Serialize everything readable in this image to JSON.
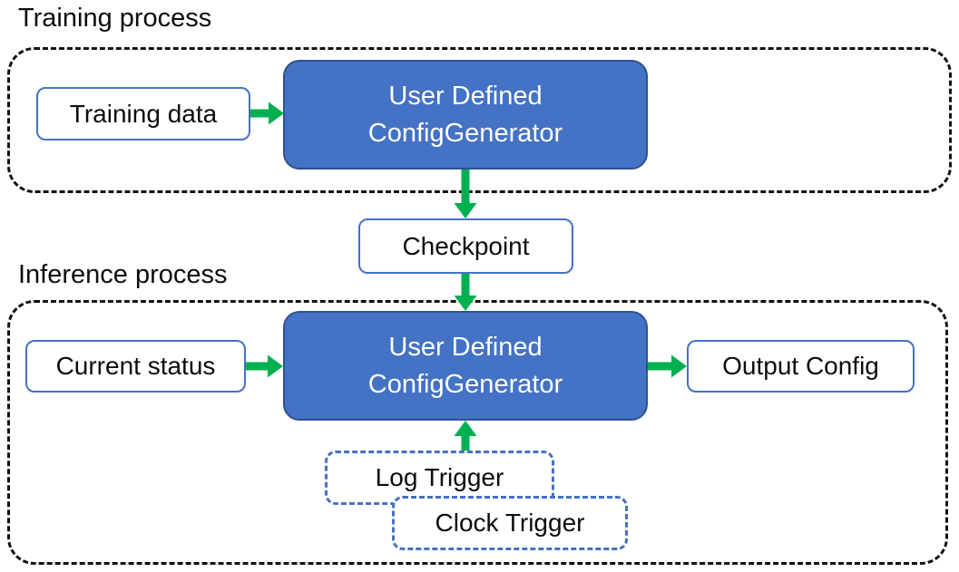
{
  "colors": {
    "generator_fill": "#4472C4",
    "generator_border": "#2F528F",
    "light_box_border": "#4472C4",
    "trigger_box_border": "#4472C4",
    "arrow_green": "#00B050",
    "container_dash": "#111111",
    "text_dark": "#0D0D0D",
    "text_light": "#FFFFFF"
  },
  "training": {
    "title": "Training process",
    "data_box": "Training data",
    "generator": {
      "line1": "User Defined",
      "line2": "ConfigGenerator"
    }
  },
  "checkpoint": {
    "label": "Checkpoint"
  },
  "inference": {
    "title": "Inference process",
    "status_box": "Current status",
    "generator": {
      "line1": "User Defined",
      "line2": "ConfigGenerator"
    },
    "output_box": "Output Config",
    "log_trigger": "Log Trigger",
    "clock_trigger": "Clock Trigger"
  },
  "connections": [
    {
      "from": "training-data",
      "to": "training-generator",
      "direction": "right"
    },
    {
      "from": "training-generator",
      "to": "checkpoint",
      "direction": "down"
    },
    {
      "from": "checkpoint",
      "to": "inference-generator",
      "direction": "down"
    },
    {
      "from": "current-status",
      "to": "inference-generator",
      "direction": "right"
    },
    {
      "from": "inference-generator",
      "to": "output-config",
      "direction": "right"
    },
    {
      "from": "log-trigger",
      "to": "inference-generator",
      "direction": "up"
    }
  ]
}
